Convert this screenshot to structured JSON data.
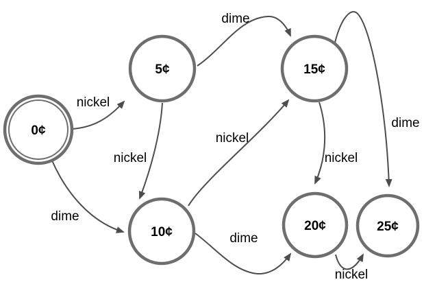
{
  "diagram": {
    "type": "finite-state-machine",
    "states": [
      {
        "label": "0¢",
        "style": "double-circle"
      },
      {
        "label": "5¢",
        "style": "circle"
      },
      {
        "label": "10¢",
        "style": "circle"
      },
      {
        "label": "15¢",
        "style": "circle"
      },
      {
        "label": "20¢",
        "style": "circle"
      },
      {
        "label": "25¢",
        "style": "circle"
      }
    ],
    "transitions": [
      {
        "from": "0¢",
        "to": "5¢",
        "label": "nickel"
      },
      {
        "from": "0¢",
        "to": "10¢",
        "label": "dime"
      },
      {
        "from": "5¢",
        "to": "10¢",
        "label": "nickel"
      },
      {
        "from": "5¢",
        "to": "15¢",
        "label": "dime"
      },
      {
        "from": "10¢",
        "to": "15¢",
        "label": "nickel"
      },
      {
        "from": "10¢",
        "to": "20¢",
        "label": "dime"
      },
      {
        "from": "15¢",
        "to": "20¢",
        "label": "nickel"
      },
      {
        "from": "15¢",
        "to": "25¢",
        "label": "dime"
      },
      {
        "from": "20¢",
        "to": "25¢",
        "label": "nickel"
      }
    ],
    "colors": {
      "node_stroke": "#6e6e6e",
      "edge_stroke": "#4d4d4d",
      "text": "#000000",
      "background": "#ffffff"
    }
  }
}
